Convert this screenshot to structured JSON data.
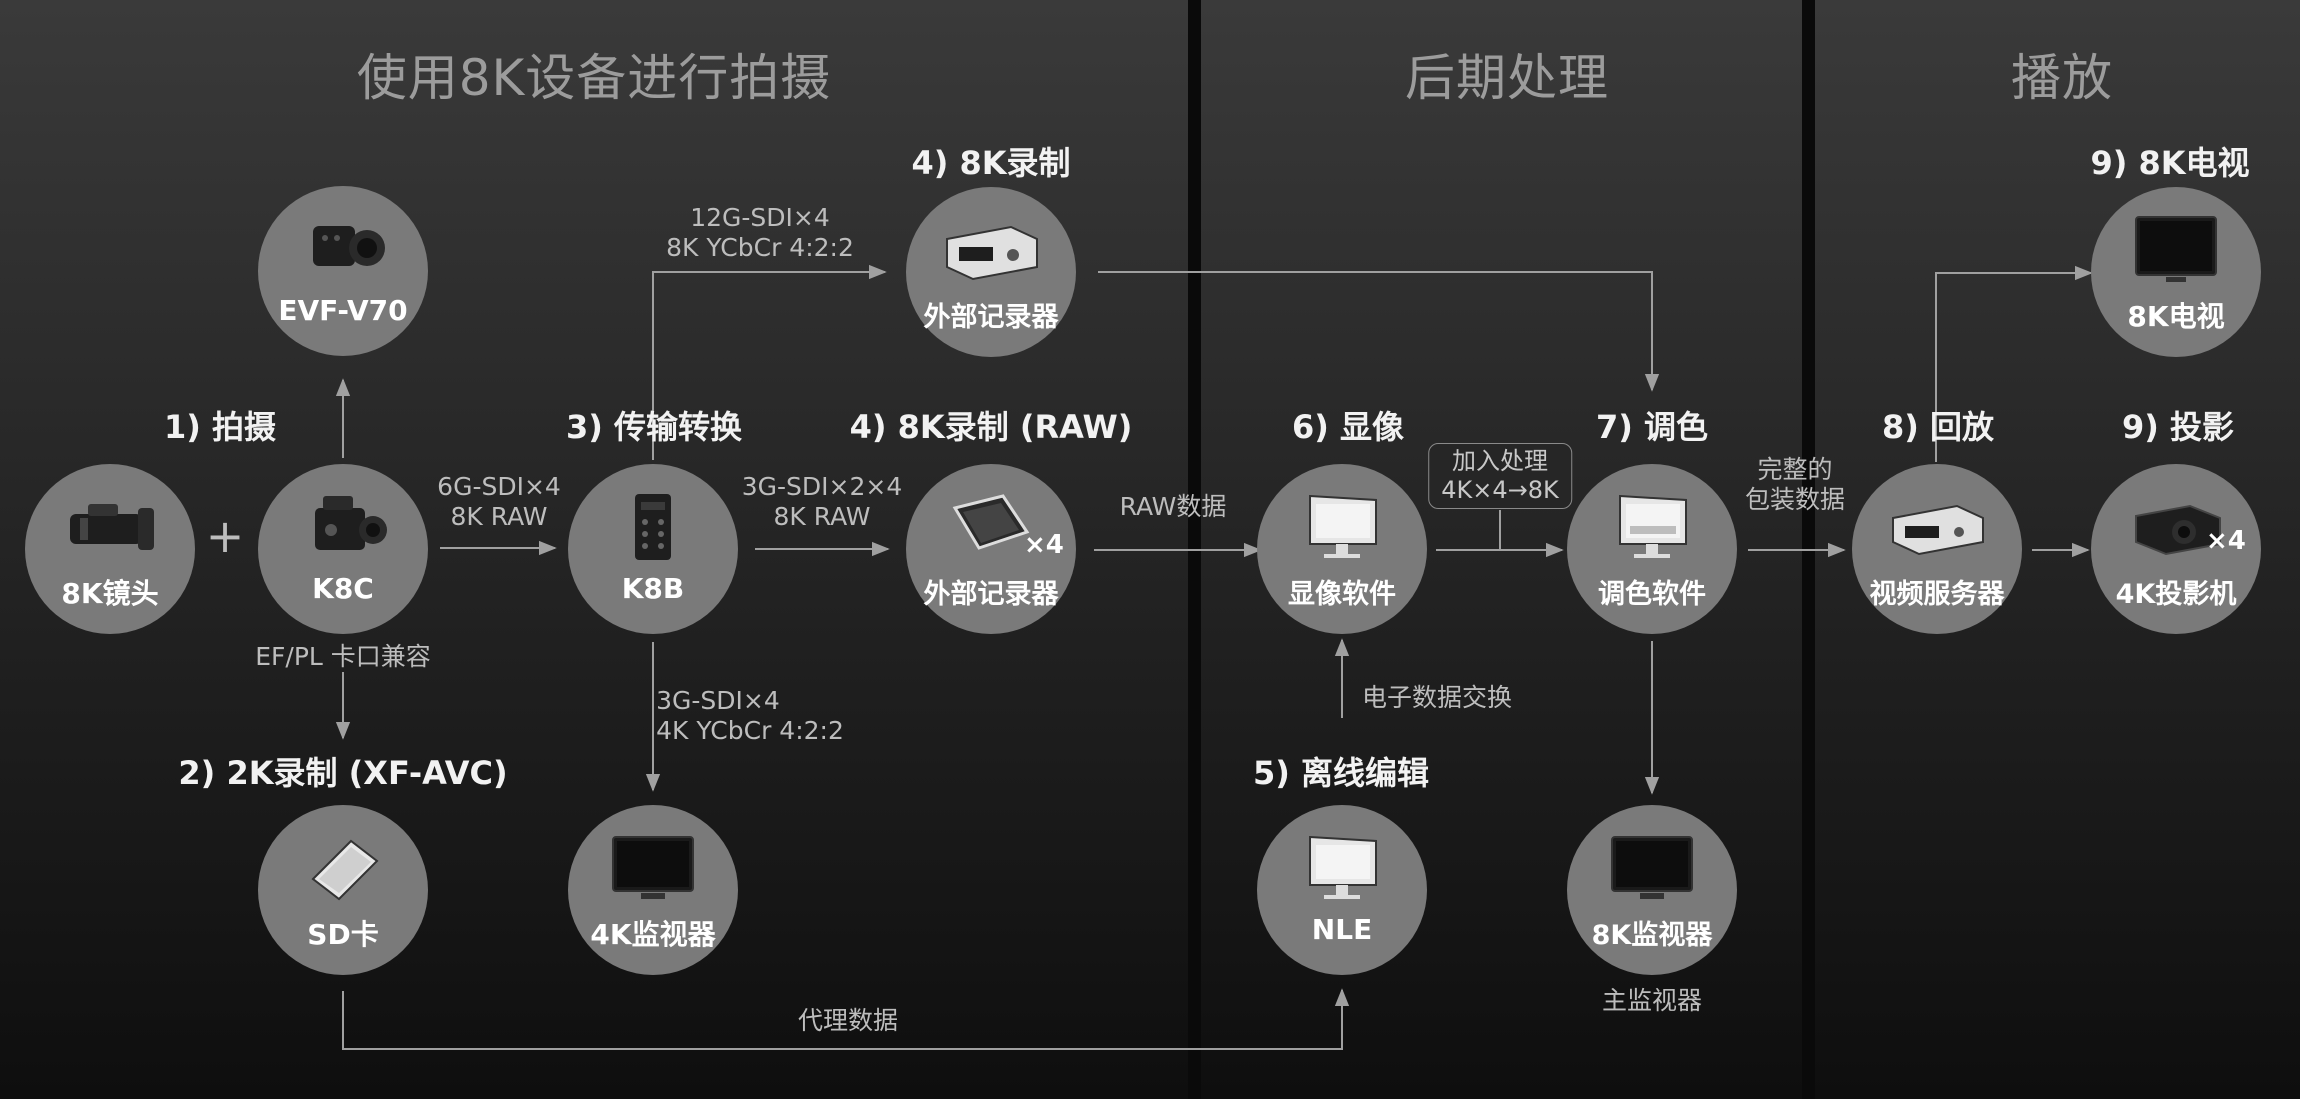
{
  "sections": {
    "capture": "使用8K设备进行拍摄",
    "post": "后期处理",
    "playback": "播放"
  },
  "steps": {
    "s1": "1) 拍摄",
    "s2": "2) 2K录制 (XF-AVC)",
    "s3": "3) 传输转换",
    "s4a": "4) 8K录制",
    "s4b": "4) 8K录制 (RAW)",
    "s5": "5) 离线编辑",
    "s6": "6) 显像",
    "s7": "7) 调色",
    "s8": "8) 回放",
    "s9a": "9) 8K电视",
    "s9b": "9) 投影"
  },
  "nodes": {
    "lens": "8K镜头",
    "evf": "EVF-V70",
    "k8c": "K8C",
    "sd": "SD卡",
    "k8b": "K8B",
    "monitor4k": "4K监视器",
    "recorder_sdi": "外部记录器",
    "recorder_raw": "外部记录器",
    "develop": "显像软件",
    "nle": "NLE",
    "grade": "调色软件",
    "monitor8k": "8K监视器",
    "server": "视频服务器",
    "tv8k": "8K电视",
    "projector": "4K投影机"
  },
  "multipliers": {
    "recorder_raw": "×4",
    "projector": "×4"
  },
  "labels": {
    "mount": "EF/PL 卡口兼容",
    "sdi6g_1": "6G-SDI×4",
    "sdi6g_2": "8K RAW",
    "sdi12g_1": "12G-SDI×4",
    "sdi12g_2": "8K YCbCr 4:2:2",
    "sdi3g2_1": "3G-SDI×2×4",
    "sdi3g2_2": "8K RAW",
    "sdi3g_1": "3G-SDI×4",
    "sdi3g_2": "4K YCbCr 4:2:2",
    "raw_data": "RAW数据",
    "add_proc_1": "加入处理",
    "add_proc_2": "4K×4→8K",
    "edl": "电子数据交换",
    "proxy": "代理数据",
    "package_1": "完整的",
    "package_2": "包装数据",
    "main_monitor": "主监视器"
  },
  "colors": {
    "node_fill": "#7a7a7a",
    "arrow": "#a0a0a0",
    "section_title": "#9c9c9c"
  }
}
